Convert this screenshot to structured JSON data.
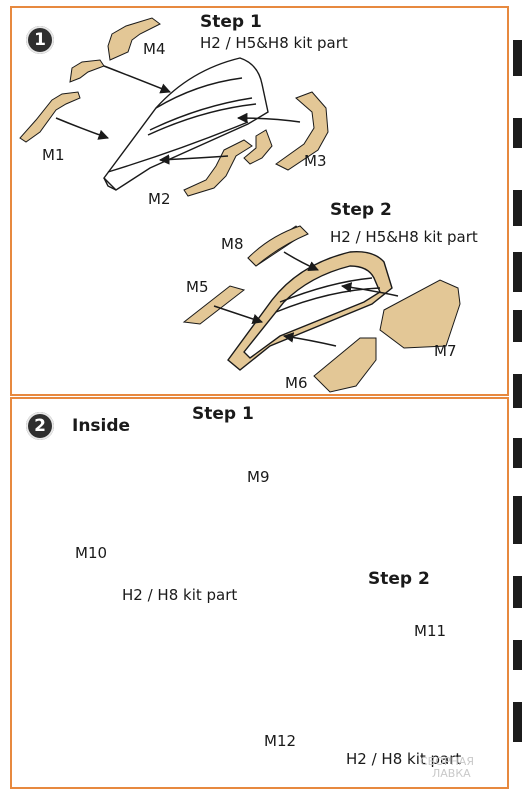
{
  "section1": {
    "number": "1",
    "step1": {
      "title": "Step 1",
      "subtitle": "H2 / H5&H8 kit part"
    },
    "step2": {
      "title": "Step 2",
      "subtitle": "H2 / H5&H8 kit part"
    },
    "labels": {
      "m1": "M1",
      "m2": "M2",
      "m3": "M3",
      "m4": "M4",
      "m5": "M5",
      "m6": "M6",
      "m7": "M7",
      "m8": "M8"
    }
  },
  "section2": {
    "number": "2",
    "heading": "Inside",
    "step1": {
      "title": "Step 1",
      "part": "H2 / H8 kit part"
    },
    "step2": {
      "title": "Step 2",
      "part": "H2 / H8 kit part"
    },
    "labels": {
      "m9": "M9",
      "m10": "M10",
      "m11": "M11",
      "m12": "M12"
    }
  },
  "watermark": {
    "line1": "СБОРНАЯ",
    "line2": "ЛАВКА"
  },
  "colors": {
    "border": "#e7893f",
    "mask": "#e3c796",
    "ink": "#1a1a1a",
    "badge": "#2f2f2f"
  }
}
